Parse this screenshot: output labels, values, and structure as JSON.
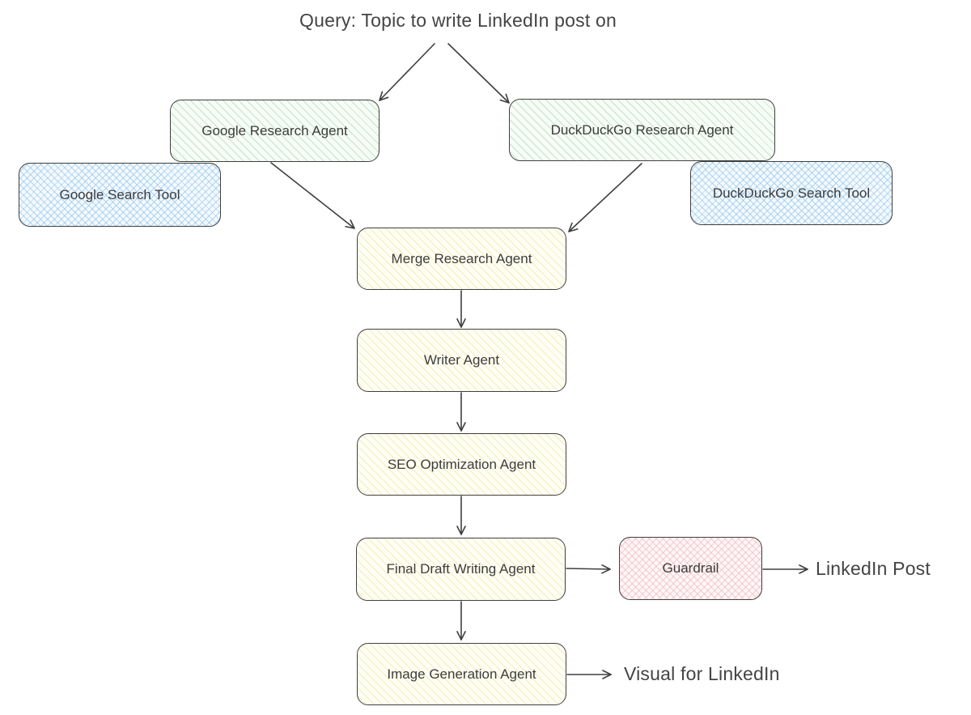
{
  "query": "Query: Topic to write LinkedIn post on",
  "nodes": {
    "google_research": "Google Research Agent",
    "duck_research": "DuckDuckGo Research Agent",
    "google_tool": "Google Search Tool",
    "duck_tool": "DuckDuckGo Search Tool",
    "merge": "Merge Research Agent",
    "writer": "Writer Agent",
    "seo": "SEO Optimization Agent",
    "final_draft": "Final Draft Writing Agent",
    "guardrail": "Guardrail",
    "image_gen": "Image Generation Agent"
  },
  "outputs": {
    "linkedin_post": "LinkedIn Post",
    "visual": "Visual for LinkedIn"
  },
  "colors": {
    "stroke": "#3f3f3f",
    "agent_green": "#96d296",
    "tool_blue": "#78b9eb",
    "agent_yellow": "#ebe18c",
    "guardrail_red": "#f0aab4"
  }
}
